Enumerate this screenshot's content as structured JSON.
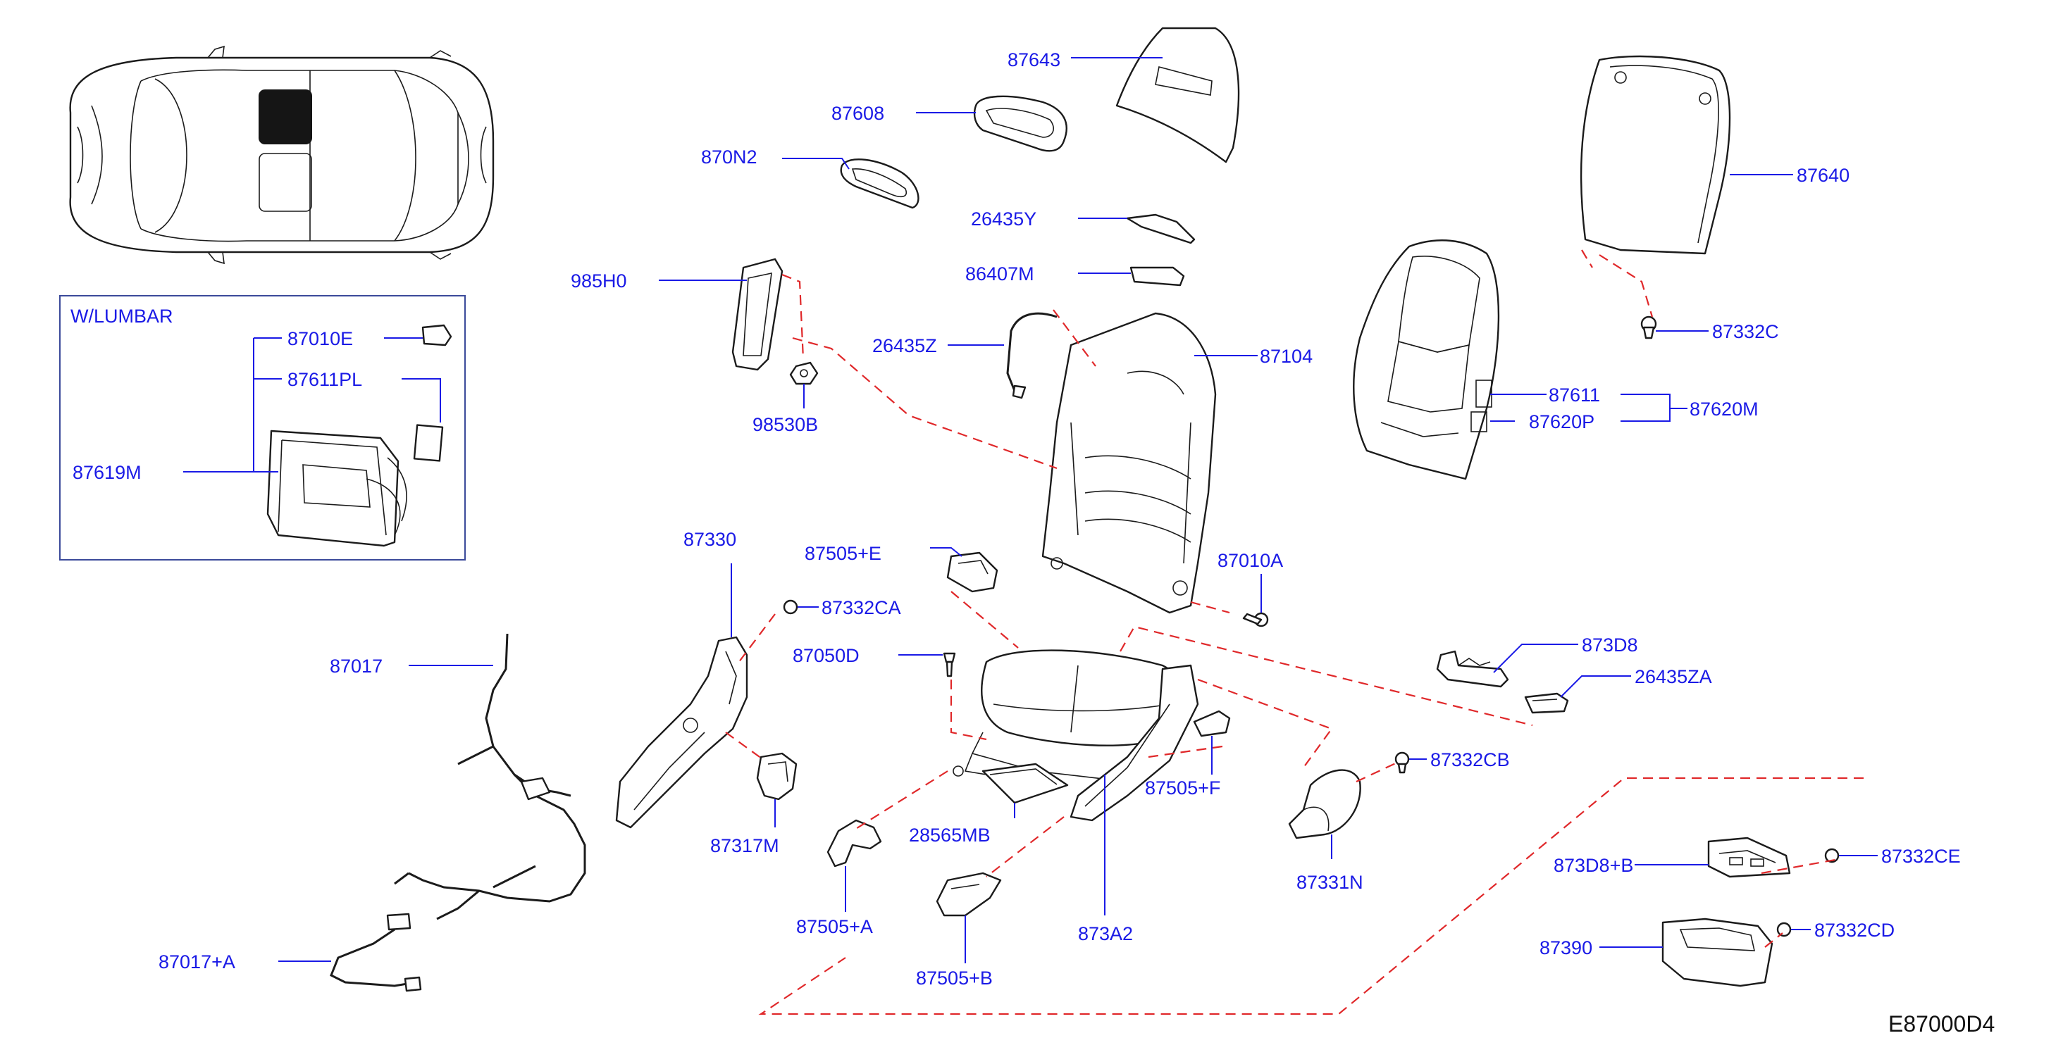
{
  "inset": {
    "title": "W/LUMBAR"
  },
  "diagram_code": "E87000D4",
  "labels": {
    "p87643": "87643",
    "p87608": "87608",
    "p870N2": "870N2",
    "p26435Y": "26435Y",
    "p86407M": "86407M",
    "p985H0": "985H0",
    "p26435Z": "26435Z",
    "p87104": "87104",
    "p98530B": "98530B",
    "p87640": "87640",
    "p87332C": "87332C",
    "p87611": "87611",
    "p87620P": "87620P",
    "p87620M": "87620M",
    "p87010E": "87010E",
    "p87611PL": "87611PL",
    "p87619M": "87619M",
    "p87330": "87330",
    "p87505E": "87505+E",
    "p87010A": "87010A",
    "p87332CA": "87332CA",
    "p87017": "87017",
    "p87050D": "87050D",
    "p873D8": "873D8",
    "p26435ZA": "26435ZA",
    "p87332CB": "87332CB",
    "p87505F": "87505+F",
    "p87317M": "87317M",
    "p28565MB": "28565MB",
    "p87331N": "87331N",
    "p873D8B": "873D8+B",
    "p87332CE": "87332CE",
    "p87505A": "87505+A",
    "p873A2": "873A2",
    "p87390": "87390",
    "p87332CD": "87332CD",
    "p87017A": "87017+A",
    "p87505B": "87505+B"
  }
}
